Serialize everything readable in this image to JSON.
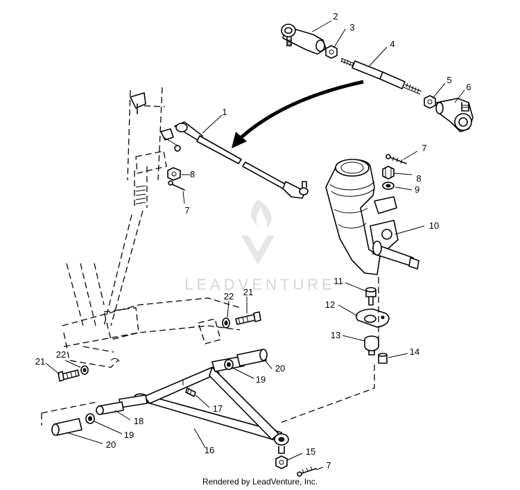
{
  "watermark": {
    "text": "LEADVENTURE"
  },
  "footer": {
    "text": "Rendered by LeadVenture, Inc."
  },
  "callouts": [
    {
      "id": "c2",
      "label": "2"
    },
    {
      "id": "c3",
      "label": "3"
    },
    {
      "id": "c4",
      "label": "4"
    },
    {
      "id": "c5",
      "label": "5"
    },
    {
      "id": "c6",
      "label": "6"
    },
    {
      "id": "c1",
      "label": "1"
    },
    {
      "id": "c7a",
      "label": "7"
    },
    {
      "id": "c8a",
      "label": "8"
    },
    {
      "id": "c9",
      "label": "9"
    },
    {
      "id": "c8b",
      "label": "8"
    },
    {
      "id": "c7b",
      "label": "7"
    },
    {
      "id": "c10",
      "label": "10"
    },
    {
      "id": "c11",
      "label": "11"
    },
    {
      "id": "c12",
      "label": "12"
    },
    {
      "id": "c13",
      "label": "13"
    },
    {
      "id": "c14",
      "label": "14"
    },
    {
      "id": "c22a",
      "label": "22"
    },
    {
      "id": "c21a",
      "label": "21"
    },
    {
      "id": "c21b",
      "label": "21"
    },
    {
      "id": "c22b",
      "label": "22"
    },
    {
      "id": "c20a",
      "label": "20"
    },
    {
      "id": "c19a",
      "label": "19"
    },
    {
      "id": "c17",
      "label": "17"
    },
    {
      "id": "c18",
      "label": "18"
    },
    {
      "id": "c19b",
      "label": "19"
    },
    {
      "id": "c20b",
      "label": "20"
    },
    {
      "id": "c16",
      "label": "16"
    },
    {
      "id": "c15",
      "label": "15"
    },
    {
      "id": "c7c",
      "label": "7"
    }
  ]
}
